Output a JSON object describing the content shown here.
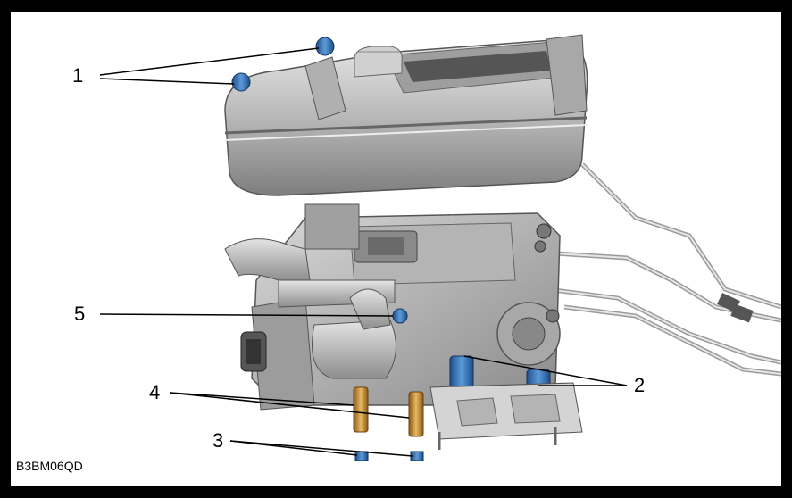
{
  "figure": {
    "code": "B3BM06QD",
    "callouts": [
      {
        "id": "1",
        "label": "1"
      },
      {
        "id": "2",
        "label": "2"
      },
      {
        "id": "3",
        "label": "3"
      },
      {
        "id": "4",
        "label": "4"
      },
      {
        "id": "5",
        "label": "5"
      }
    ]
  },
  "colors": {
    "background": "#ffffff",
    "frame": "#000000",
    "metal": "#c8c8c8",
    "metal_dark": "#8c8c8c",
    "fastener_blue": "#3a78c0",
    "fastener_orange": "#d8a040"
  }
}
